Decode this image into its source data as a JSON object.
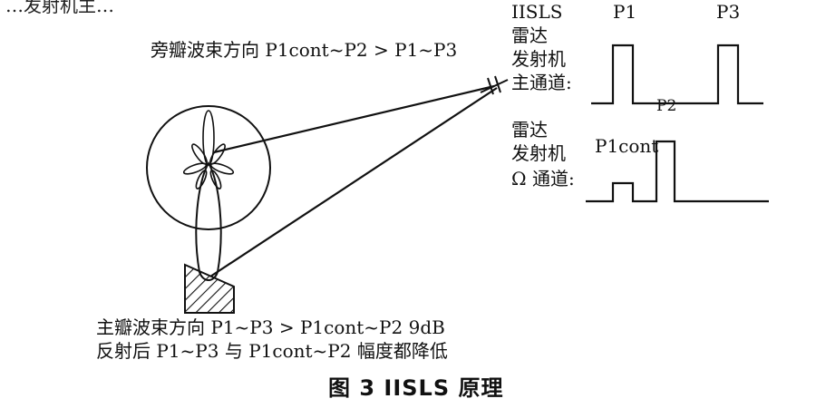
{
  "top_cut_text": "…发射机主…",
  "sidelobe_label": "旁瓣波束方向 P1cont~P2 > P1~P3",
  "mainlobe_label": "主瓣波束方向 P1~P3 > P1cont~P2    9dB",
  "reflection_label": "反射后 P1~P3 与 P1cont~P2 幅度都降低",
  "main_channel": {
    "system": "IISLS",
    "line1": "雷达",
    "line2": "发射机",
    "line3": "主通道:",
    "pulse_p1": "P1",
    "pulse_p3": "P3",
    "pulse_p2": "P2"
  },
  "omega_channel": {
    "line1": "雷达",
    "line2": "发射机",
    "line3": "Ω 通道:",
    "pulse_p1cont": "P1cont"
  },
  "caption": "图 3   IISLS 原理"
}
